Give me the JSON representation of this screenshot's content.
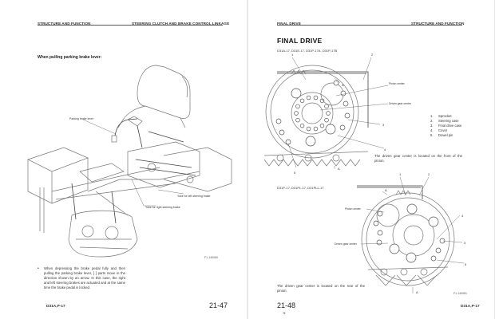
{
  "left_page": {
    "header_left": "STRUCTURE AND FUNCTION",
    "header_right": "STEERING CLUTCH AND BRAKE CONTROL LINKAGE",
    "subheading": "When pulling parking brake lever:",
    "figure": {
      "labels": {
        "parking_brake_lever": "Parking brake lever",
        "yoke_left": "Yoke for left steering brake",
        "yoke_right": "Yoke for right steering brake"
      },
      "figure_code": "F1-140060"
    },
    "paragraph": "When depressing the brake pedal fully and then pulling the parking brake lever, [    ] parts move in the direction shown by an arrow. In this case, the right and left steering brakes are actuated and at the same time the brake pedal is locked.",
    "bullet": "•",
    "footer_model": "D31A,P-17",
    "page_number": "21-47"
  },
  "right_page": {
    "header_left": "FINAL DRIVE",
    "header_right": "STRUCTURE AND FUNCTION",
    "title": "FINAL  DRIVE",
    "models_top": "D31A-17, D31E-17, D31P-17A, D31P-17B",
    "figure_top": {
      "labels": {
        "pinion_center": "Pinion center",
        "driven_gear_center": "Driven gear center",
        "callouts": [
          "1",
          "2",
          "3",
          "4",
          "5"
        ],
        "section": "A"
      }
    },
    "legend": [
      {
        "num": "1.",
        "label": "Sprocket"
      },
      {
        "num": "2.",
        "label": "Steering case"
      },
      {
        "num": "3.",
        "label": "Final drive case"
      },
      {
        "num": "4.",
        "label": "Cover"
      },
      {
        "num": "5.",
        "label": "Dowel pin"
      }
    ],
    "note_top": "The driven gear center is located on the front of the pinion.",
    "models_bottom": "D31P-17, D31PL-17, D31PLL-17",
    "figure_bottom": {
      "labels": {
        "pinion_center": "Pinion center",
        "driven_gear_center": "Driven gear center",
        "callouts": [
          "1",
          "2",
          "3",
          "4",
          "5"
        ],
        "section": "A"
      },
      "figure_code": "F1-140081"
    },
    "note_bottom": "The driven gear center is located on the rear of the pinion.",
    "page_number": "21-48",
    "page_sub": "③",
    "footer_model": "D31A,P-17"
  }
}
